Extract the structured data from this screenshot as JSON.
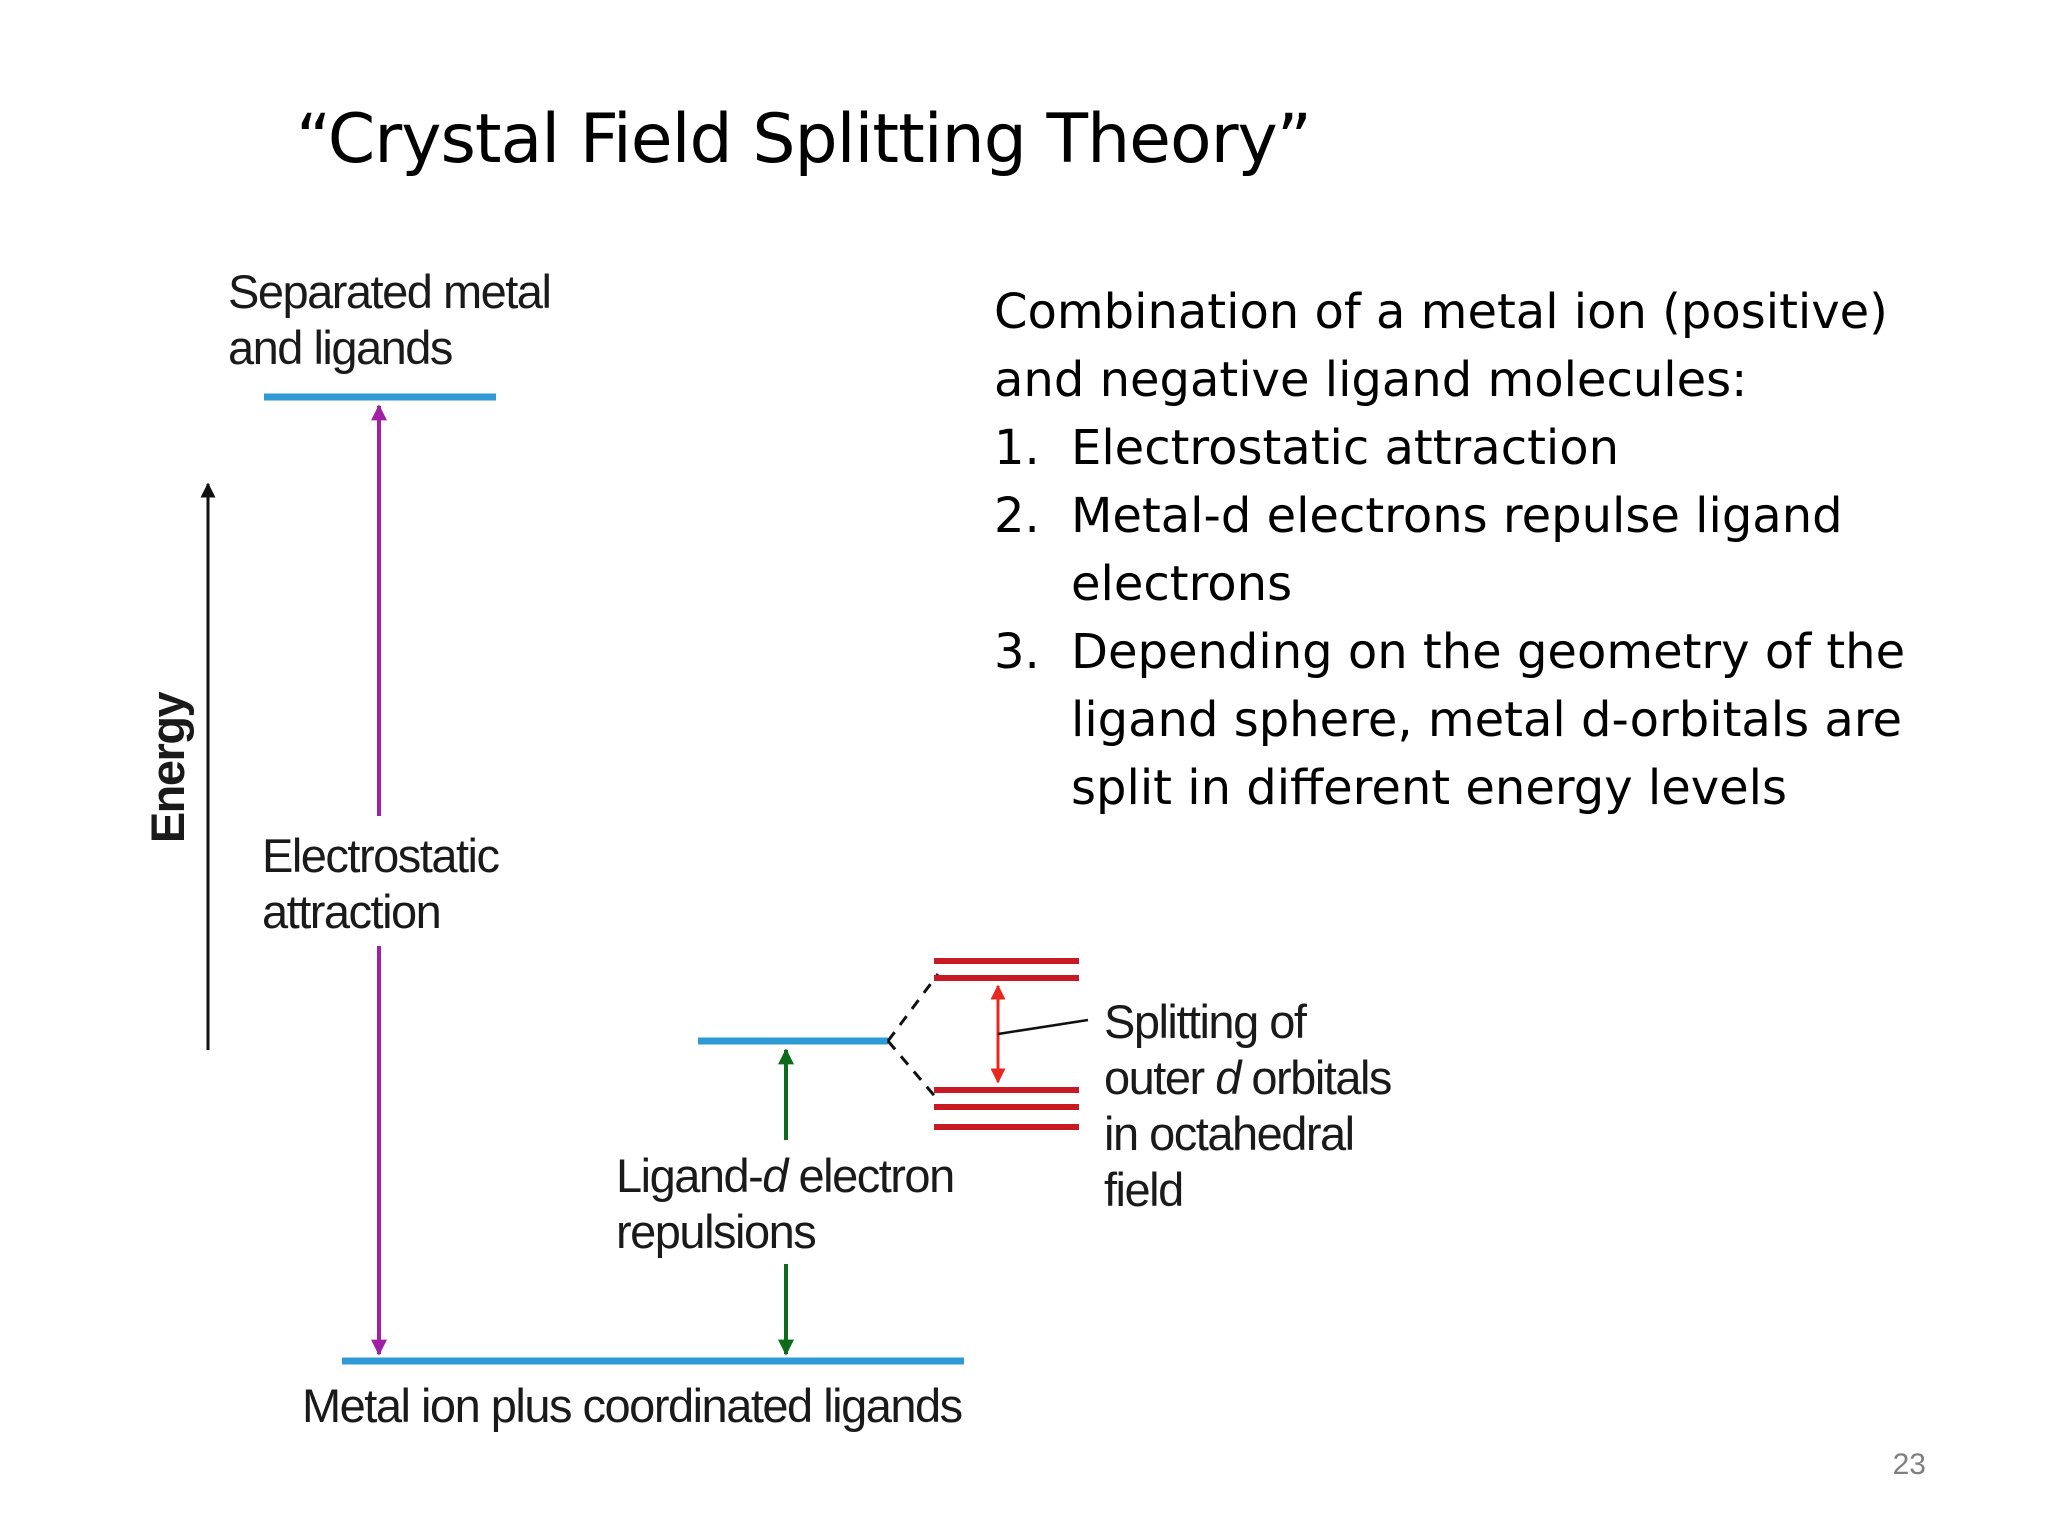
{
  "slide": {
    "title": "“Crystal Field Splitting Theory”",
    "page_number": "23"
  },
  "body": {
    "intro": "Combination of a metal ion (positive)\nand negative ligand molecules:",
    "points": [
      {
        "num": "1.",
        "text": "Electrostatic attraction"
      },
      {
        "num": "2.",
        "text": "Metal-d electrons repulse ligand electrons"
      },
      {
        "num": "3.",
        "text": "Depending on the geometry of the ligand sphere, metal d-orbitals are split in different energy levels"
      }
    ]
  },
  "diagram": {
    "axis_label": "Energy",
    "labels": {
      "separated_line1": "Separated metal",
      "separated_line2": "and ligands",
      "electrostatic_line1": "Electrostatic",
      "electrostatic_line2": "attraction",
      "ligand_line1_a": "Ligand-",
      "ligand_line1_italic": "d",
      "ligand_line1_b": " electron",
      "ligand_line2": "repulsions",
      "splitting_line1": "Splitting of",
      "splitting_line2_a": "outer ",
      "splitting_line2_italic": "d",
      "splitting_line2_b": " orbitals",
      "splitting_line3": "in octahedral",
      "splitting_line4": "field",
      "bottom": "Metal ion plus coordinated ligands"
    },
    "colors": {
      "level": "#2e9bd6",
      "attraction_arrow": "#a020a8",
      "repulsion_arrow": "#0d6b1c",
      "split_levels": "#c81a22",
      "split_arrow": "#e8281e",
      "axis": "#111111"
    }
  }
}
